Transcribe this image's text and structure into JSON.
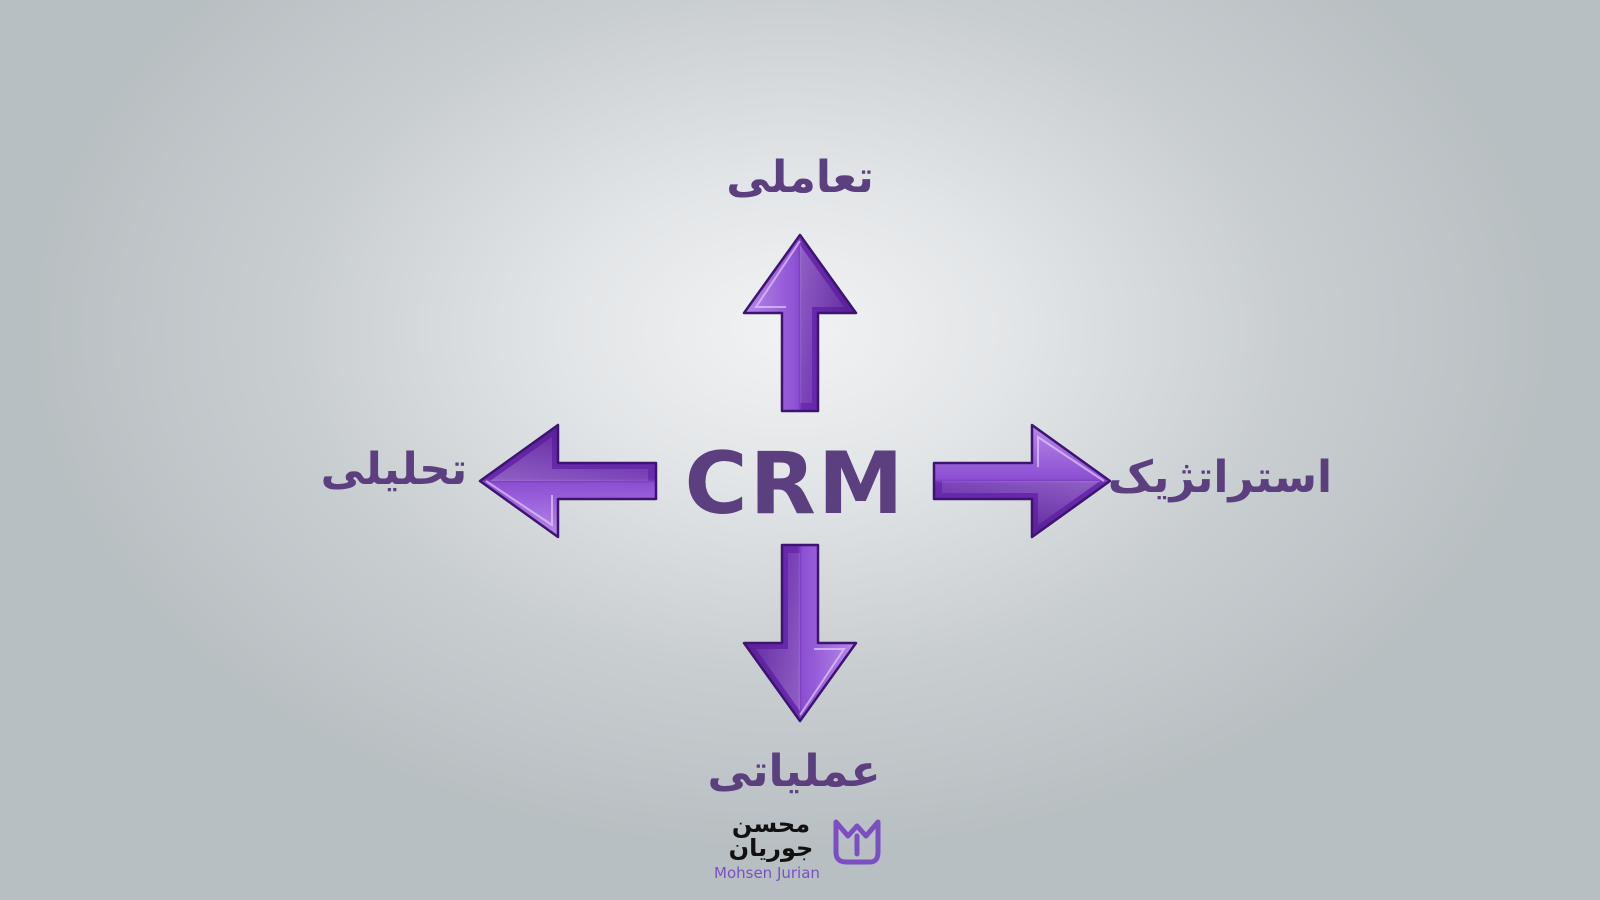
{
  "diagram": {
    "center": "CRM",
    "top": "تعاملی",
    "left": "تحلیلی",
    "right": "استراتژیک",
    "bottom": "عملیاتی"
  },
  "logo": {
    "persian": "محسن جوریان",
    "latin": "Mohsen Jurian"
  },
  "colors": {
    "text": "#5b3f7e",
    "arrow_dark": "#5a1f9a",
    "arrow_light": "#c89ef2",
    "logo_accent": "#7b4fc1"
  },
  "icons": {
    "arrows": "arrow-icon",
    "logo": "mj-monogram-icon"
  }
}
